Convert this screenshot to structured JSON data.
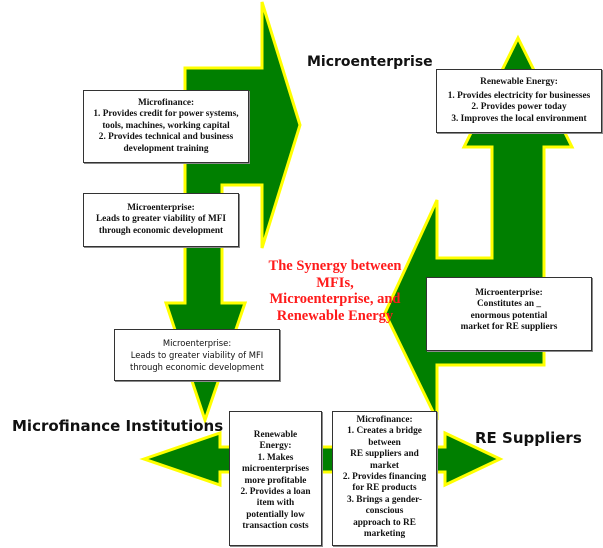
{
  "colors": {
    "arrow_fill": "#007f00",
    "arrow_outline": "#ffff00",
    "title_color": "#ff1a1a"
  },
  "nodes": {
    "microenterprise": "Microenterprise",
    "mfi": "Microfinance Institutions",
    "re_suppliers": "RE Suppliers"
  },
  "title": {
    "lines": [
      "The Synergy between",
      "MFIs,",
      "Microenterprise, and",
      "Renewable Energy"
    ]
  },
  "boxes": {
    "mf_to_me": {
      "heading": "Microfinance:",
      "lines": [
        "1. Provides credit for power systems,",
        "tools, machines, working capital",
        "2. Provides technical and business",
        "development training"
      ]
    },
    "me_to_mfi_a": {
      "heading": "Microenterprise:",
      "lines": [
        "Leads to greater viability of MFI",
        "through economic development"
      ]
    },
    "me_to_mfi_b": {
      "heading": "Microenterprise:",
      "lines": [
        "Leads to greater viability of MFI",
        "through economic development"
      ]
    },
    "re_to_me": {
      "heading": "Renewable Energy:",
      "lines": [
        "1. Provides electricity for businesses",
        "2. Provides power today",
        "3. Improves the local environment"
      ]
    },
    "me_to_re": {
      "heading": "Microenterprise:",
      "lines": [
        "Constitutes an _",
        "enormous potential",
        "market for RE suppliers"
      ]
    },
    "re_to_mfi": {
      "heading": "Renewable",
      "lines": [
        "Energy:",
        "1. Makes",
        "microenterprises",
        "more profitable",
        "2. Provides a loan",
        "item with",
        "potentially low",
        "transaction costs"
      ]
    },
    "mf_to_re": {
      "heading": "Microfinance:",
      "lines": [
        "1. Creates a bridge",
        "between",
        "RE suppliers and",
        "market",
        "2.  Provides financing",
        "for RE products",
        "3. Brings a gender-",
        "conscious",
        "approach to RE",
        "marketing"
      ]
    }
  }
}
